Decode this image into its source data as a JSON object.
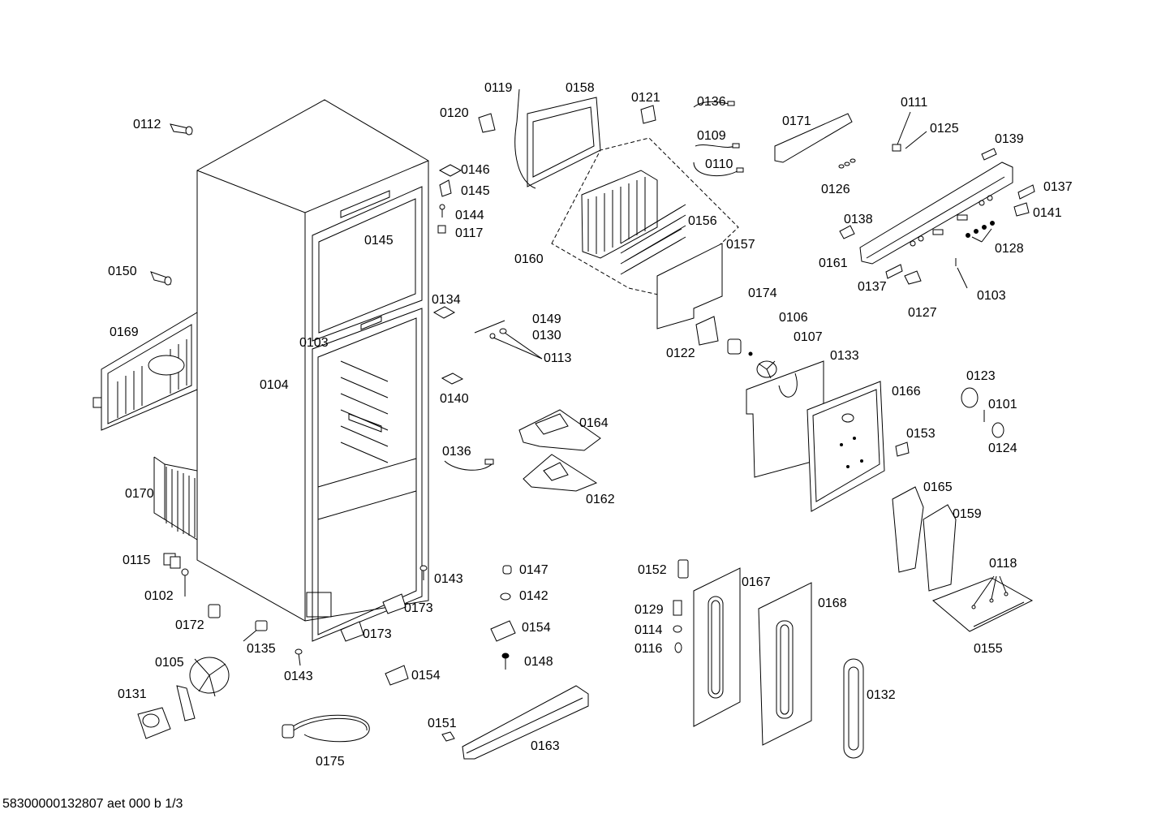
{
  "footer": "58300000132807 aet 000 b 1/3",
  "labels": {
    "p0112": "0112",
    "p0150": "0150",
    "p0169": "0169",
    "p0170": "0170",
    "p0115": "0115",
    "p0102": "0102",
    "p0172": "0172",
    "p0135": "0135",
    "p0105": "0105",
    "p0131": "0131",
    "p0143a": "0143",
    "p0143b": "0143",
    "p0175": "0175",
    "p0103a": "0103",
    "p0104": "0104",
    "p0145a": "0145",
    "p0146": "0146",
    "p0145b": "0145",
    "p0144": "0144",
    "p0117": "0117",
    "p0120": "0120",
    "p0119": "0119",
    "p0158": "0158",
    "p0121": "0121",
    "p0136a": "0136",
    "p0109": "0109",
    "p0110": "0110",
    "p0171": "0171",
    "p0111": "0111",
    "p0125": "0125",
    "p0126": "0126",
    "p0139": "0139",
    "p0137a": "0137",
    "p0141": "0141",
    "p0138": "0138",
    "p0128": "0128",
    "p0161": "0161",
    "p0137b": "0137",
    "p0127": "0127",
    "p0103b": "0103",
    "p0156": "0156",
    "p0157": "0157",
    "p0160": "0160",
    "p0134": "0134",
    "p0149": "0149",
    "p0130": "0130",
    "p0113": "0113",
    "p0140": "0140",
    "p0174": "0174",
    "p0106": "0106",
    "p0107": "0107",
    "p0133": "0133",
    "p0122": "0122",
    "p0166": "0166",
    "p0123": "0123",
    "p0101": "0101",
    "p0124": "0124",
    "p0153": "0153",
    "p0164": "0164",
    "p0136b": "0136",
    "p0162": "0162",
    "p0165": "0165",
    "p0159": "0159",
    "p0118": "0118",
    "p0155": "0155",
    "p0147": "0147",
    "p0142": "0142",
    "p0154a": "0154",
    "p0148": "0148",
    "p0173a": "0173",
    "p0173b": "0173",
    "p0154b": "0154",
    "p0151": "0151",
    "p0163": "0163",
    "p0152": "0152",
    "p0167": "0167",
    "p0168": "0168",
    "p0129": "0129",
    "p0114": "0114",
    "p0116": "0116",
    "p0132": "0132"
  }
}
